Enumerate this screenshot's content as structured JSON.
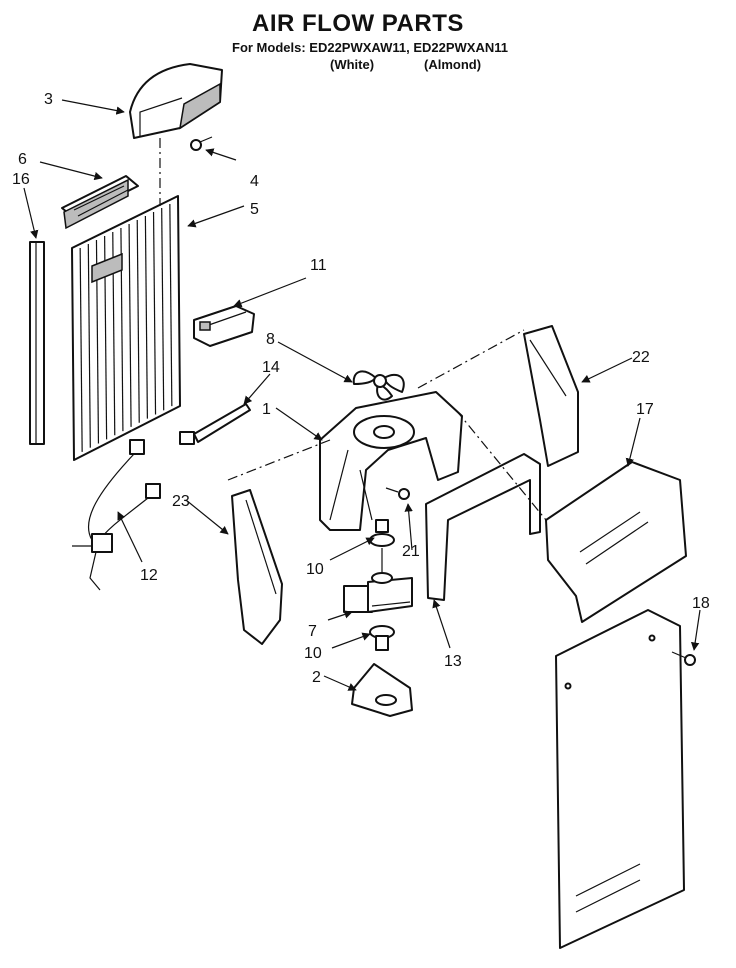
{
  "header": {
    "title": "AIR FLOW PARTS",
    "models_line": "For Models: ED22PWXAW11, ED22PWXAN11",
    "variant_white": "(White)",
    "variant_almond": "(Almond)"
  },
  "callouts": {
    "c1": "1",
    "c2": "2",
    "c3": "3",
    "c4": "4",
    "c5": "5",
    "c6": "6",
    "c7": "7",
    "c8": "8",
    "c10a": "10",
    "c10b": "10",
    "c11": "11",
    "c12": "12",
    "c13": "13",
    "c14": "14",
    "c16": "16",
    "c17": "17",
    "c18": "18",
    "c21": "21",
    "c22": "22",
    "c23": "23"
  }
}
